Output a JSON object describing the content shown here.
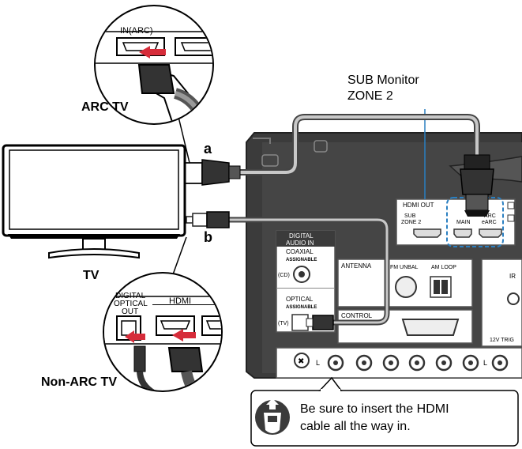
{
  "labels": {
    "sub_monitor": "SUB Monitor",
    "zone2": "ZONE 2",
    "arc_tv": "ARC TV",
    "tv": "TV",
    "non_arc_tv": "Non-ARC TV",
    "cable_a": "a",
    "cable_b": "b",
    "in_arc": "IN(ARC)",
    "digital_optical_1": "DIGITAL",
    "digital_optical_2": "OPTICAL",
    "digital_optical_3": "OUT",
    "hdmi": "HDMI"
  },
  "receiver": {
    "hdmi_out": "HDMI OUT",
    "sub_zone2_1": "SUB",
    "sub_zone2_2": "ZONE 2",
    "main": "MAIN",
    "arc_1": "ARC",
    "arc_2": "eARC",
    "digital_audio_in_1": "DIGITAL",
    "digital_audio_in_2": "AUDIO IN",
    "coaxial": "COAXIAL",
    "assignable": "ASSIGNABLE",
    "cd": "(CD)",
    "optical": "OPTICAL",
    "tv": "(TV)",
    "antenna": "ANTENNA",
    "fm_unbal": "FM UNBAL",
    "am_loop": "AM LOOP",
    "control": "CONTROL",
    "l": "L",
    "ir": "IR",
    "trig": "12V TRIG"
  },
  "note": {
    "line1": "Be sure to insert the HDMI",
    "line2": "cable all the way in.",
    "icon": "hand-insert-icon"
  },
  "colors": {
    "receiver": "#3a3a3a",
    "highlight": "#2a7fc1",
    "cable": "#8a8a8a"
  }
}
